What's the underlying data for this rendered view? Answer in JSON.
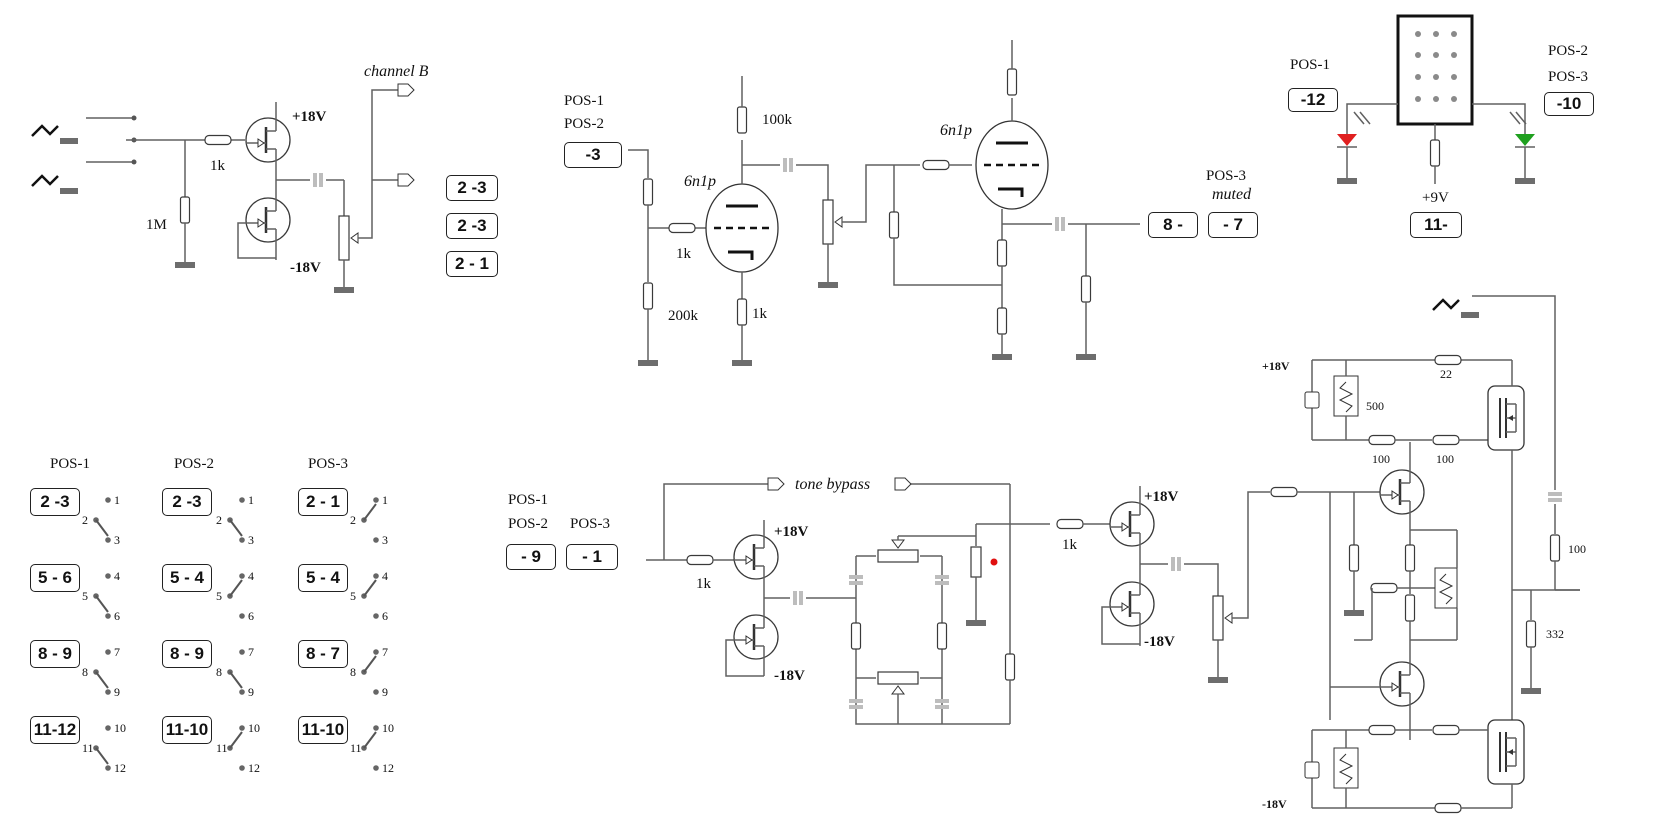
{
  "input_section": {
    "channel_b_label": "channel B",
    "r_1k": "1k",
    "r_1m": "1M",
    "plus_18v": "+18V",
    "minus_18v": "-18V",
    "switch_boxes": [
      "2 -3",
      "2 -3",
      "2 - 1"
    ]
  },
  "tube_section": {
    "pos_labels": [
      "POS-1",
      "POS-2"
    ],
    "left_box": "-3",
    "tube_label_1": "6n1p",
    "tube_label_2": "6n1p",
    "r_100k": "100k",
    "r_1k_grid": "1k",
    "r_200k": "200k",
    "r_1k_cathode": "1k",
    "pos3_label": "POS-3",
    "muted_label": "muted",
    "right_boxes": [
      "8 -",
      "- 7"
    ]
  },
  "led_section": {
    "pos1_label": "POS-1",
    "pos2_label": "POS-2",
    "pos3_label": "POS-3",
    "box_left": "-12",
    "box_right": "-10",
    "v9_label": "+9V",
    "box_bottom": "11-"
  },
  "switch_table": {
    "columns": [
      {
        "header": "POS-1",
        "boxes": [
          "2 -3",
          "5 - 6",
          "8 - 9",
          "11-12"
        ]
      },
      {
        "header": "POS-2",
        "boxes": [
          "2 -3",
          "5 - 4",
          "8 - 9",
          "11-10"
        ]
      },
      {
        "header": "POS-3",
        "boxes": [
          "2 - 1",
          "5 - 4",
          "8 - 7",
          "11-10"
        ]
      }
    ],
    "pin_numbers": [
      "1",
      "2",
      "3",
      "4",
      "5",
      "6",
      "7",
      "8",
      "9",
      "10",
      "11",
      "12"
    ]
  },
  "tone_section": {
    "pos_labels": [
      "POS-1",
      "POS-2",
      "POS-3"
    ],
    "boxes": [
      "- 9",
      "- 1"
    ],
    "tone_bypass": "tone bypass",
    "r_1k_in": "1k",
    "plus_18v": "+18V",
    "minus_18v": "-18V",
    "r_1k_buffer": "1k",
    "buffer_plus_18v": "+18V",
    "buffer_minus_18v": "-18V"
  },
  "output_section": {
    "plus_18v": "+18V",
    "minus_18v": "-18V",
    "r_500": "500",
    "r_22": "22",
    "r_100_a": "100",
    "r_100_b": "100",
    "r_100_c": "100",
    "r_332": "332"
  },
  "colors": {
    "led_red": "#e02020",
    "led_green": "#1fa01f",
    "cap_gray": "#bdbdbd",
    "dot_red": "#e01010"
  }
}
